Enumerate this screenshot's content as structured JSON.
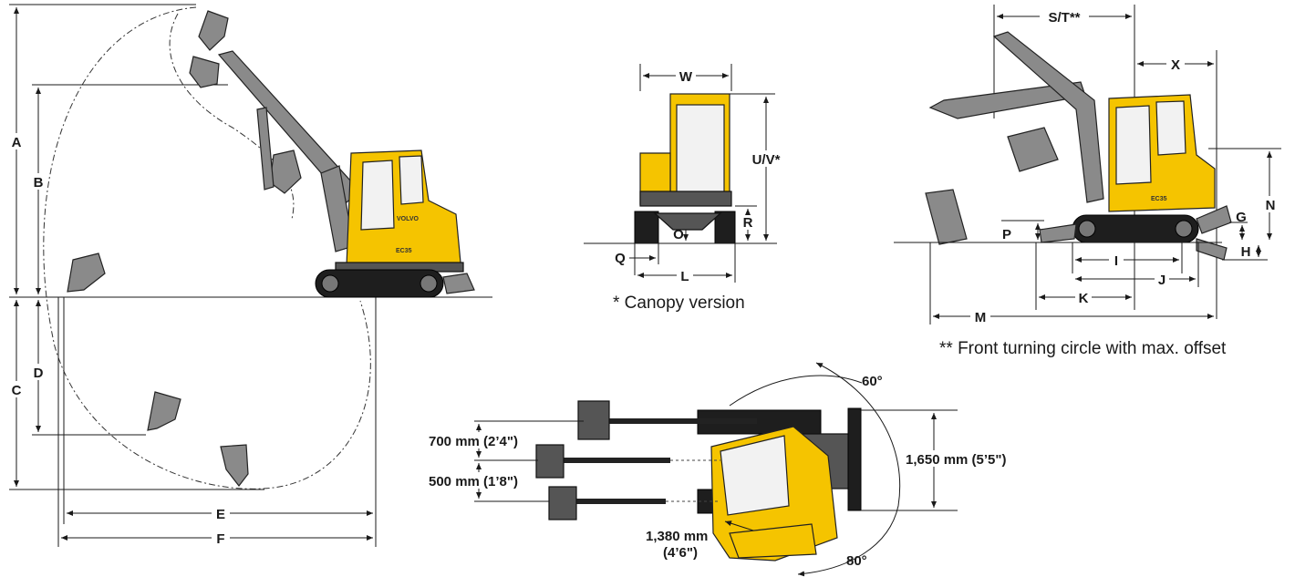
{
  "side_view": {
    "letters": {
      "a": "A",
      "b": "B",
      "c": "C",
      "d": "D",
      "e": "E",
      "f": "F"
    }
  },
  "rear_view": {
    "letters": {
      "w": "W",
      "uv": "U/V*",
      "r": "R",
      "o": "O",
      "q": "Q",
      "l": "L"
    },
    "note": "* Canopy version"
  },
  "right_view": {
    "letters": {
      "st": "S/T**",
      "x": "X",
      "n": "N",
      "g": "G",
      "p": "P",
      "h": "H",
      "i": "I",
      "j": "J",
      "k": "K",
      "m": "M"
    },
    "note": "** Front turning circle with max. offset"
  },
  "top_view": {
    "offset_top": "700 mm (2’4\")",
    "offset_bottom": "500 mm (1’8\")",
    "blade_width": "1,650 mm (5’5\")",
    "turn_radius_line1": "1,380 mm",
    "turn_radius_line2": "(4’6\")",
    "angle_top": "60°",
    "angle_bottom": "80°"
  },
  "brand": {
    "text": "VOLVO",
    "model": "EC35",
    "colors": {
      "body": "#f5c400",
      "boom": "#8a8a8a",
      "track": "#1e1e1e"
    }
  }
}
